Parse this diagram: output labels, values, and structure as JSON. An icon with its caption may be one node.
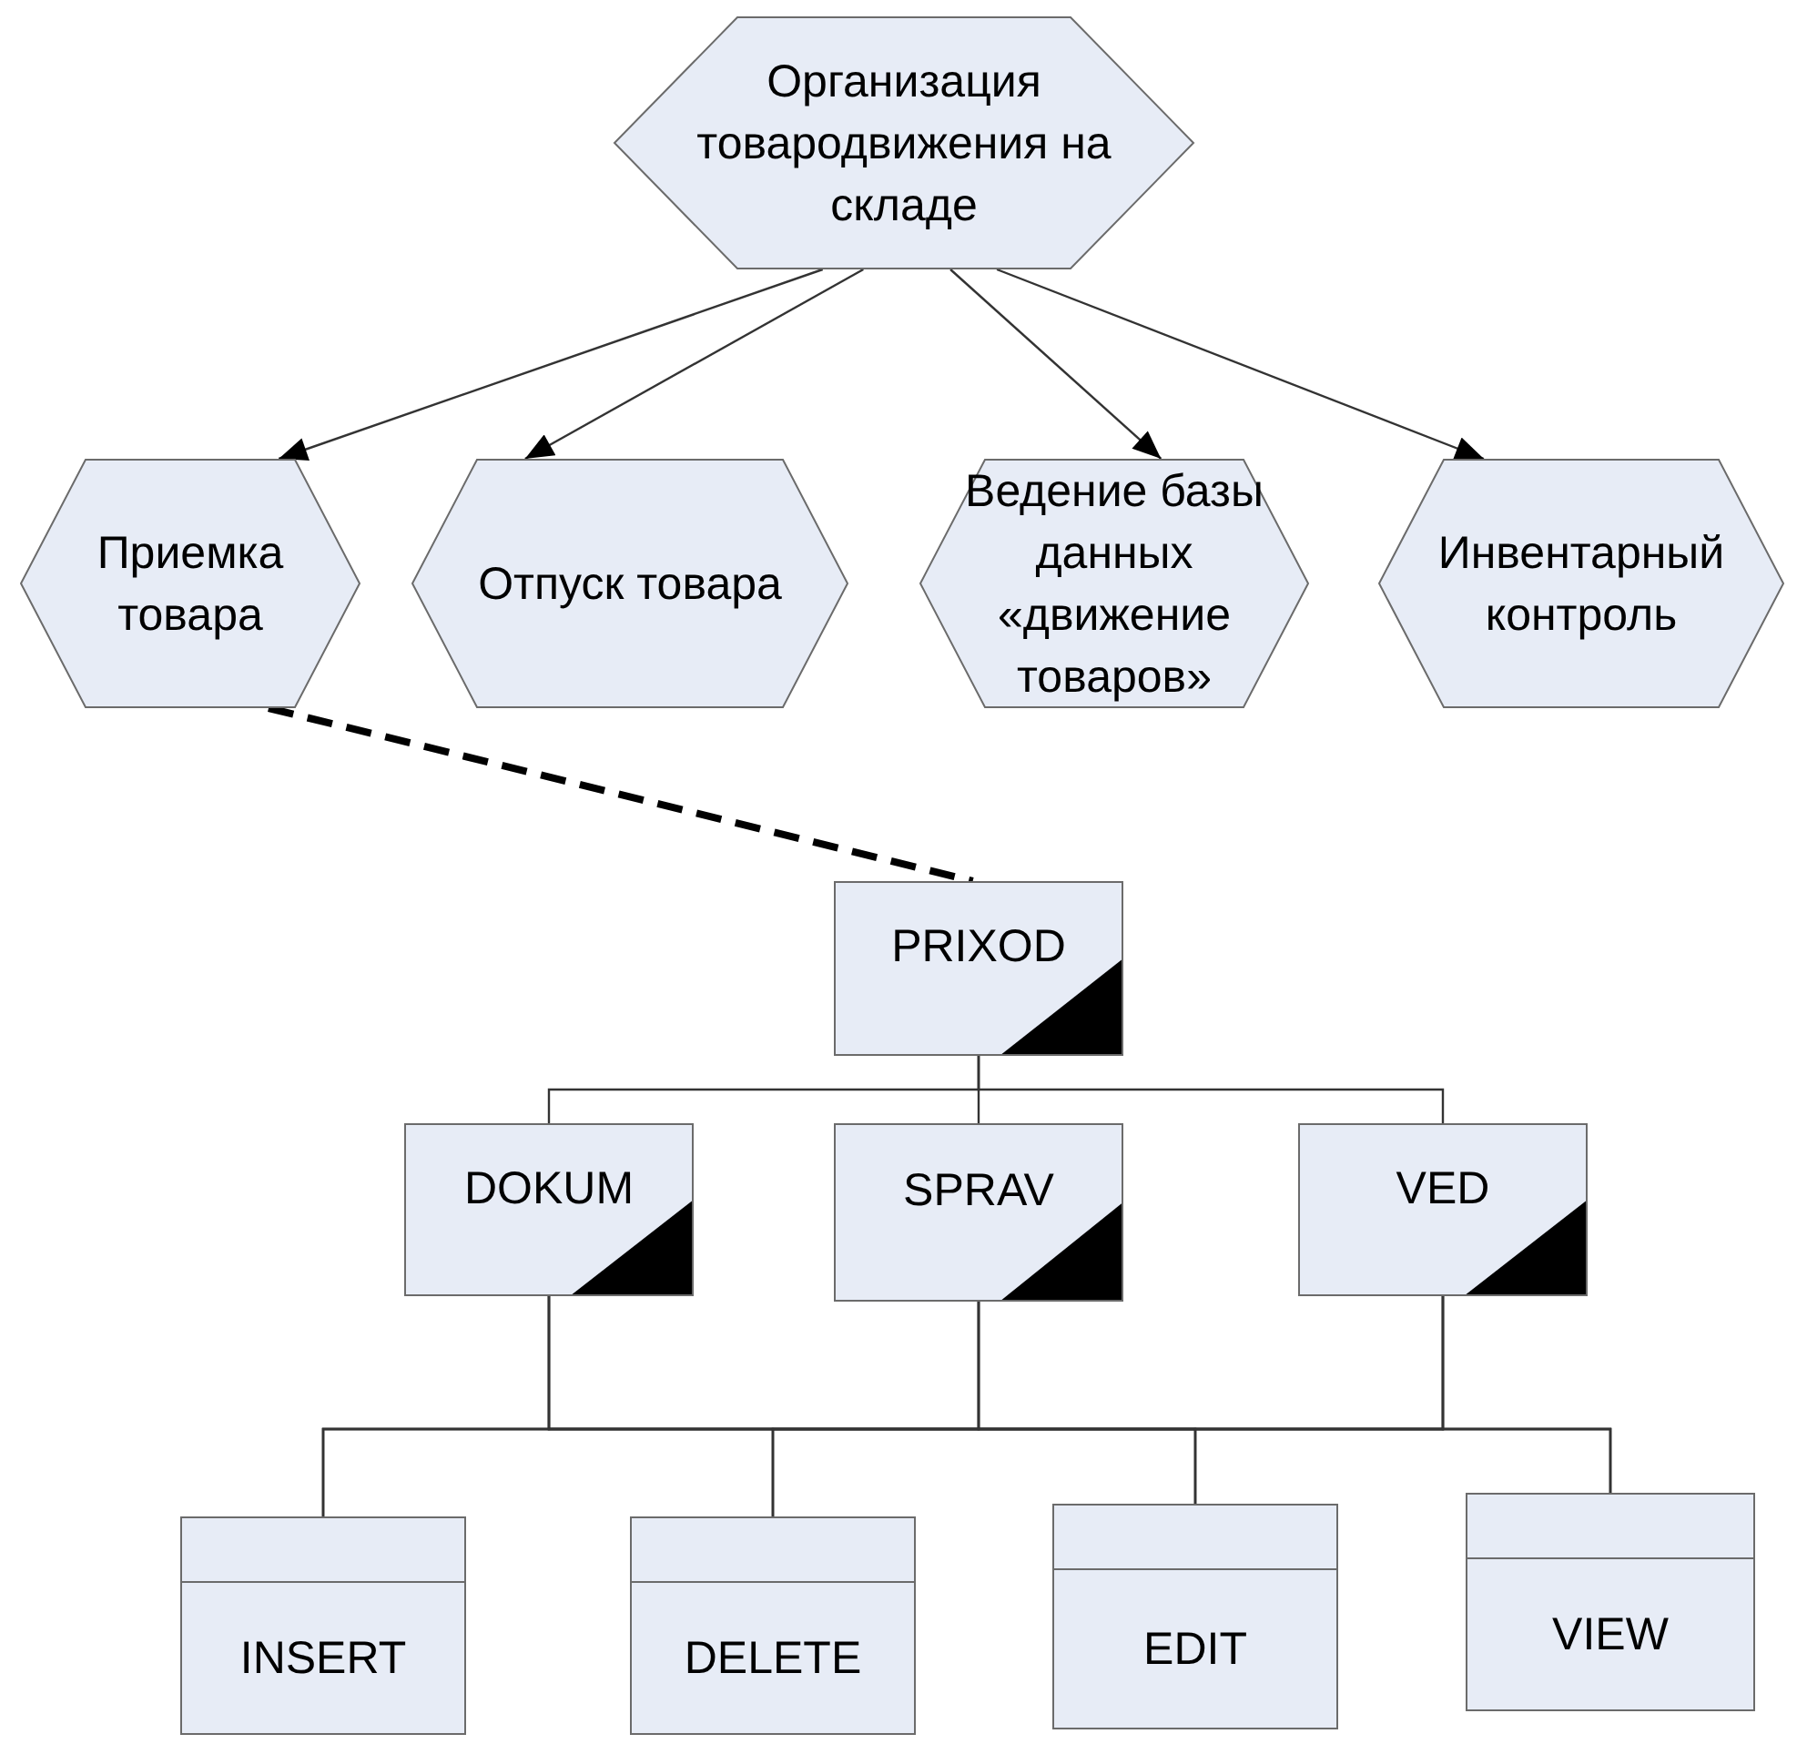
{
  "diagram": {
    "nodes": [
      {
        "text": [
          "Организация товародвижения на складе"
        ]
      },
      {
        "text": [
          "Приемка товара"
        ]
      },
      {
        "text": [
          "Отпуск товара"
        ]
      },
      {
        "text": [
          "Ведение базы данных «движение товаров»"
        ]
      },
      {
        "text": [
          "Инвентарный контроль"
        ]
      },
      {
        "text": [
          "PRIXOD"
        ]
      },
      {
        "text": [
          "DOKUM"
        ]
      },
      {
        "text": [
          "SPRAV"
        ]
      },
      {
        "text": [
          "VED"
        ]
      },
      {
        "text": [
          "INSERT"
        ]
      },
      {
        "text": [
          "DELETE"
        ]
      },
      {
        "text": [
          "EDIT"
        ]
      },
      {
        "text": [
          "VIEW"
        ]
      }
    ],
    "edges": [
      {
        "from": 0,
        "to": 1,
        "arrow": "to"
      },
      {
        "from": 0,
        "to": 2,
        "arrow": "to"
      },
      {
        "from": 0,
        "to": 3,
        "arrow": "to"
      },
      {
        "from": 0,
        "to": 4,
        "arrow": "to"
      },
      {
        "from": 1,
        "to": 5,
        "arrow": "none",
        "style": "dashed"
      },
      {
        "from": 5,
        "to": 6,
        "arrow": "none"
      },
      {
        "from": 5,
        "to": 7,
        "arrow": "none"
      },
      {
        "from": 5,
        "to": 8,
        "arrow": "none"
      },
      {
        "from": 6,
        "to": 9,
        "arrow": "none"
      },
      {
        "from": 6,
        "to": 10,
        "arrow": "none"
      },
      {
        "from": 6,
        "to": 11,
        "arrow": "none"
      },
      {
        "from": 6,
        "to": 12,
        "arrow": "none"
      },
      {
        "from": 7,
        "to": 9,
        "arrow": "none"
      },
      {
        "from": 7,
        "to": 10,
        "arrow": "none"
      },
      {
        "from": 7,
        "to": 11,
        "arrow": "none"
      },
      {
        "from": 7,
        "to": 12,
        "arrow": "none"
      },
      {
        "from": 8,
        "to": 9,
        "arrow": "none"
      },
      {
        "from": 8,
        "to": 10,
        "arrow": "none"
      },
      {
        "from": 8,
        "to": 11,
        "arrow": "none"
      },
      {
        "from": 8,
        "to": 12,
        "arrow": "none"
      }
    ]
  }
}
